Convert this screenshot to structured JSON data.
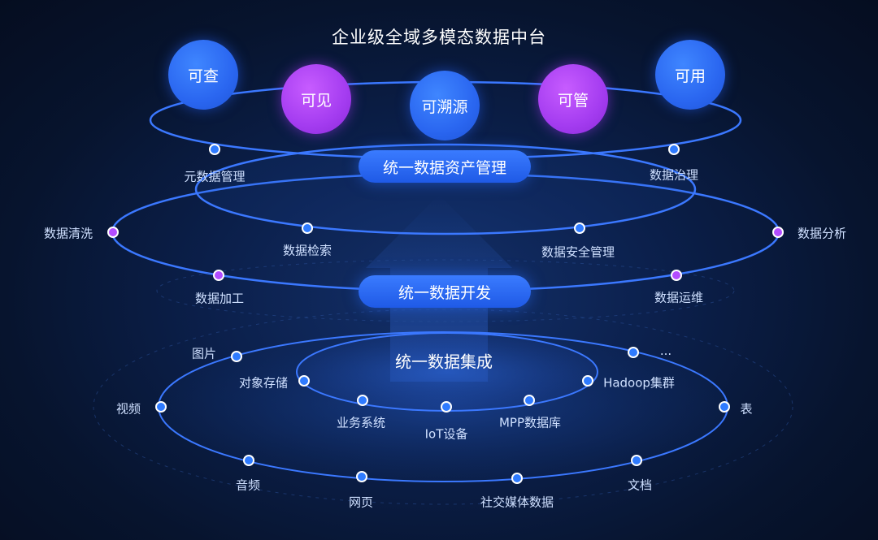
{
  "title": "企业级全域多模态数据中台",
  "capabilities": [
    {
      "label": "可查",
      "color": "blue"
    },
    {
      "label": "可见",
      "color": "purple"
    },
    {
      "label": "可溯源",
      "color": "blue"
    },
    {
      "label": "可管",
      "color": "purple"
    },
    {
      "label": "可用",
      "color": "blue"
    }
  ],
  "layers": {
    "asset_management": "统一数据资产管理",
    "development": "统一数据开发",
    "integration": "统一数据集成"
  },
  "top_ring_labels": {
    "metadata": "元数据管理",
    "governance": "数据治理"
  },
  "middle_ring_labels": {
    "cleaning": "数据清洗",
    "analysis": "数据分析",
    "search": "数据检索",
    "security": "数据安全管理",
    "processing": "数据加工",
    "ops": "数据运维"
  },
  "bottom_inner_labels": {
    "object_storage": "对象存储",
    "business_system": "业务系统",
    "iot": "IoT设备",
    "mpp": "MPP数据库",
    "hadoop": "Hadoop集群"
  },
  "bottom_outer_labels": {
    "image": "图片",
    "more": "...",
    "video": "视频",
    "table": "表",
    "audio": "音频",
    "webpage": "网页",
    "social": "社交媒体数据",
    "document": "文档"
  },
  "colors": {
    "ring": "#3b78ff",
    "dot_blue": "#2f7bff",
    "dot_purple": "#b34cff",
    "background": "#07142e"
  }
}
